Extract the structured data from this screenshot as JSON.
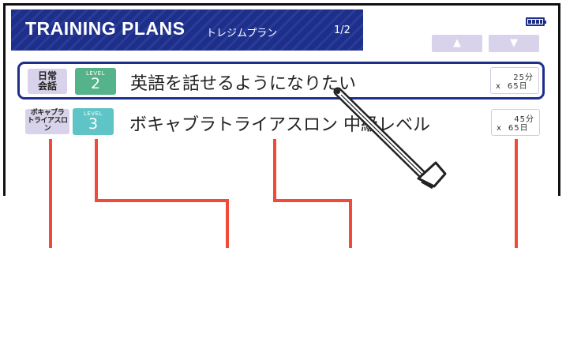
{
  "header": {
    "title": "TRAINING PLANS",
    "subtitle": "トレジムプラン",
    "page": "1/2"
  },
  "nav": {
    "up_label": "▲",
    "down_label": "▼"
  },
  "plans": [
    {
      "category": "日常\n会話",
      "level_word": "LEVEL",
      "level": "2",
      "title": "英語を話せるようになりたい",
      "time_per_day": "25分",
      "time_x": "x",
      "days": "65日"
    },
    {
      "category": "ボキャブラ\nトライアスロン",
      "level_word": "LEVEL",
      "level": "3",
      "title": "ボキャブラトライアスロン 中級レベル",
      "time_per_day": "45分",
      "time_x": "x",
      "days": "65日"
    }
  ],
  "colors": {
    "header_bg": "#1e2f8a",
    "level2": "#55b38a",
    "level3": "#5ec4c6",
    "category_bg": "#d8d3ea",
    "callout": "#f04a38"
  }
}
